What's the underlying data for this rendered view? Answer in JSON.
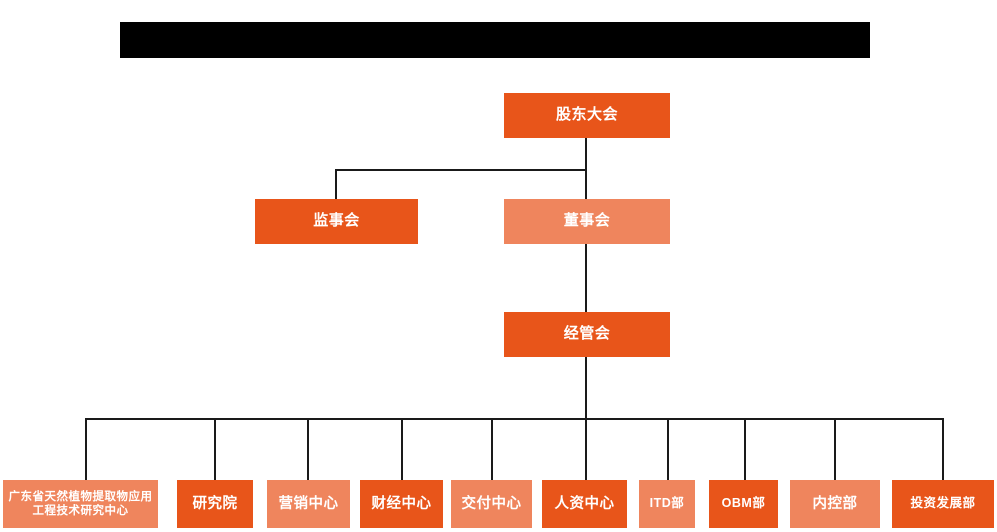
{
  "chart_data": {
    "type": "diagram",
    "title": "",
    "diagram_kind": "organization-chart",
    "orientation": "top-down",
    "colors": {
      "accent_dark": "#e8551a",
      "accent_light": "#ef855d",
      "connector": "#1a1a1a",
      "redaction": "#000000",
      "text": "#ffffff",
      "background": "#ffffff"
    },
    "levels": [
      {
        "level": 1,
        "nodes": [
          "股东大会"
        ]
      },
      {
        "level": 2,
        "nodes": [
          "监事会",
          "董事会"
        ]
      },
      {
        "level": 3,
        "nodes": [
          "经管会"
        ]
      },
      {
        "level": 4,
        "nodes": [
          "广东省天然植物提取物应用工程技术研究中心",
          "研究院",
          "营销中心",
          "财经中心",
          "交付中心",
          "人资中心",
          "ITD部",
          "OBM部",
          "内控部",
          "投资发展部"
        ]
      }
    ],
    "edges": [
      {
        "from": "股东大会",
        "to": "监事会"
      },
      {
        "from": "股东大会",
        "to": "董事会"
      },
      {
        "from": "董事会",
        "to": "经管会"
      },
      {
        "from": "经管会",
        "to": "广东省天然植物提取物应用工程技术研究中心"
      },
      {
        "from": "经管会",
        "to": "研究院"
      },
      {
        "from": "经管会",
        "to": "营销中心"
      },
      {
        "from": "经管会",
        "to": "财经中心"
      },
      {
        "from": "经管会",
        "to": "交付中心"
      },
      {
        "from": "经管会",
        "to": "人资中心"
      },
      {
        "from": "经管会",
        "to": "ITD部"
      },
      {
        "from": "经管会",
        "to": "OBM部"
      },
      {
        "from": "经管会",
        "to": "内控部"
      },
      {
        "from": "经管会",
        "to": "投资发展部"
      }
    ]
  },
  "header": {
    "redacted_title": ""
  },
  "nodes": {
    "shareholders_meeting": {
      "label": "股东大会",
      "tone": "dark"
    },
    "board_of_supervisors": {
      "label": "监事会",
      "tone": "dark"
    },
    "board_of_directors": {
      "label": "董事会",
      "tone": "light"
    },
    "management_committee": {
      "label": "经管会",
      "tone": "dark"
    },
    "departments": [
      {
        "label": "广东省天然植物提取物应用工程技术研究中心",
        "tone": "light"
      },
      {
        "label": "研究院",
        "tone": "dark"
      },
      {
        "label": "营销中心",
        "tone": "light"
      },
      {
        "label": "财经中心",
        "tone": "dark"
      },
      {
        "label": "交付中心",
        "tone": "light"
      },
      {
        "label": "人资中心",
        "tone": "dark"
      },
      {
        "label": "ITD部",
        "tone": "light"
      },
      {
        "label": "OBM部",
        "tone": "dark"
      },
      {
        "label": "内控部",
        "tone": "light"
      },
      {
        "label": "投资发展部",
        "tone": "dark"
      }
    ]
  }
}
